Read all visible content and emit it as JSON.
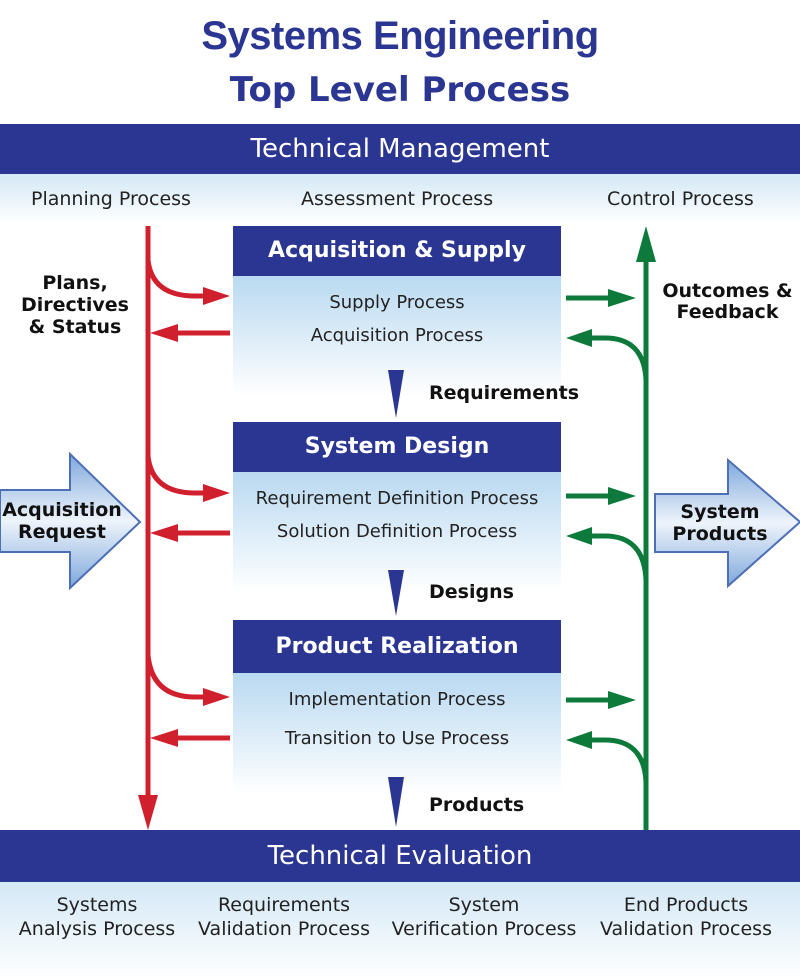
{
  "title": {
    "line1": "Systems Engineering",
    "line2": "Top Level Process"
  },
  "technical_management": {
    "label": "Technical Management",
    "processes": [
      "Planning Process",
      "Assessment Process",
      "Control Process"
    ]
  },
  "side_labels": {
    "left": [
      "Plans,",
      "Directives",
      "& Status"
    ],
    "right": [
      "Outcomes &",
      "Feedback"
    ]
  },
  "stages": [
    {
      "title": "Acquisition & Supply",
      "processes": [
        "Supply Process",
        "Acquisition Process"
      ],
      "output": "Requirements"
    },
    {
      "title": "System Design",
      "processes": [
        "Requirement Definition Process",
        "Solution Definition Process"
      ],
      "output": "Designs"
    },
    {
      "title": "Product Realization",
      "processes": [
        "Implementation Process",
        "Transition to Use Process"
      ],
      "output": "Products"
    }
  ],
  "input_arrow": {
    "label_line1": "Acquisition",
    "label_line2": "Request"
  },
  "output_arrow": {
    "label_line1": "System",
    "label_line2": "Products"
  },
  "technical_evaluation": {
    "label": "Technical Evaluation",
    "processes": [
      {
        "line1": "Systems",
        "line2": "Analysis Process"
      },
      {
        "line1": "Requirements",
        "line2": "Validation Process"
      },
      {
        "line1": "System",
        "line2": "Verification Process"
      },
      {
        "line1": "End Products",
        "line2": "Validation Process"
      }
    ]
  },
  "colors": {
    "navy": "#2b3592",
    "red": "#d0202e",
    "green": "#0d7a3b",
    "light_blue": "#b9d9f1"
  }
}
